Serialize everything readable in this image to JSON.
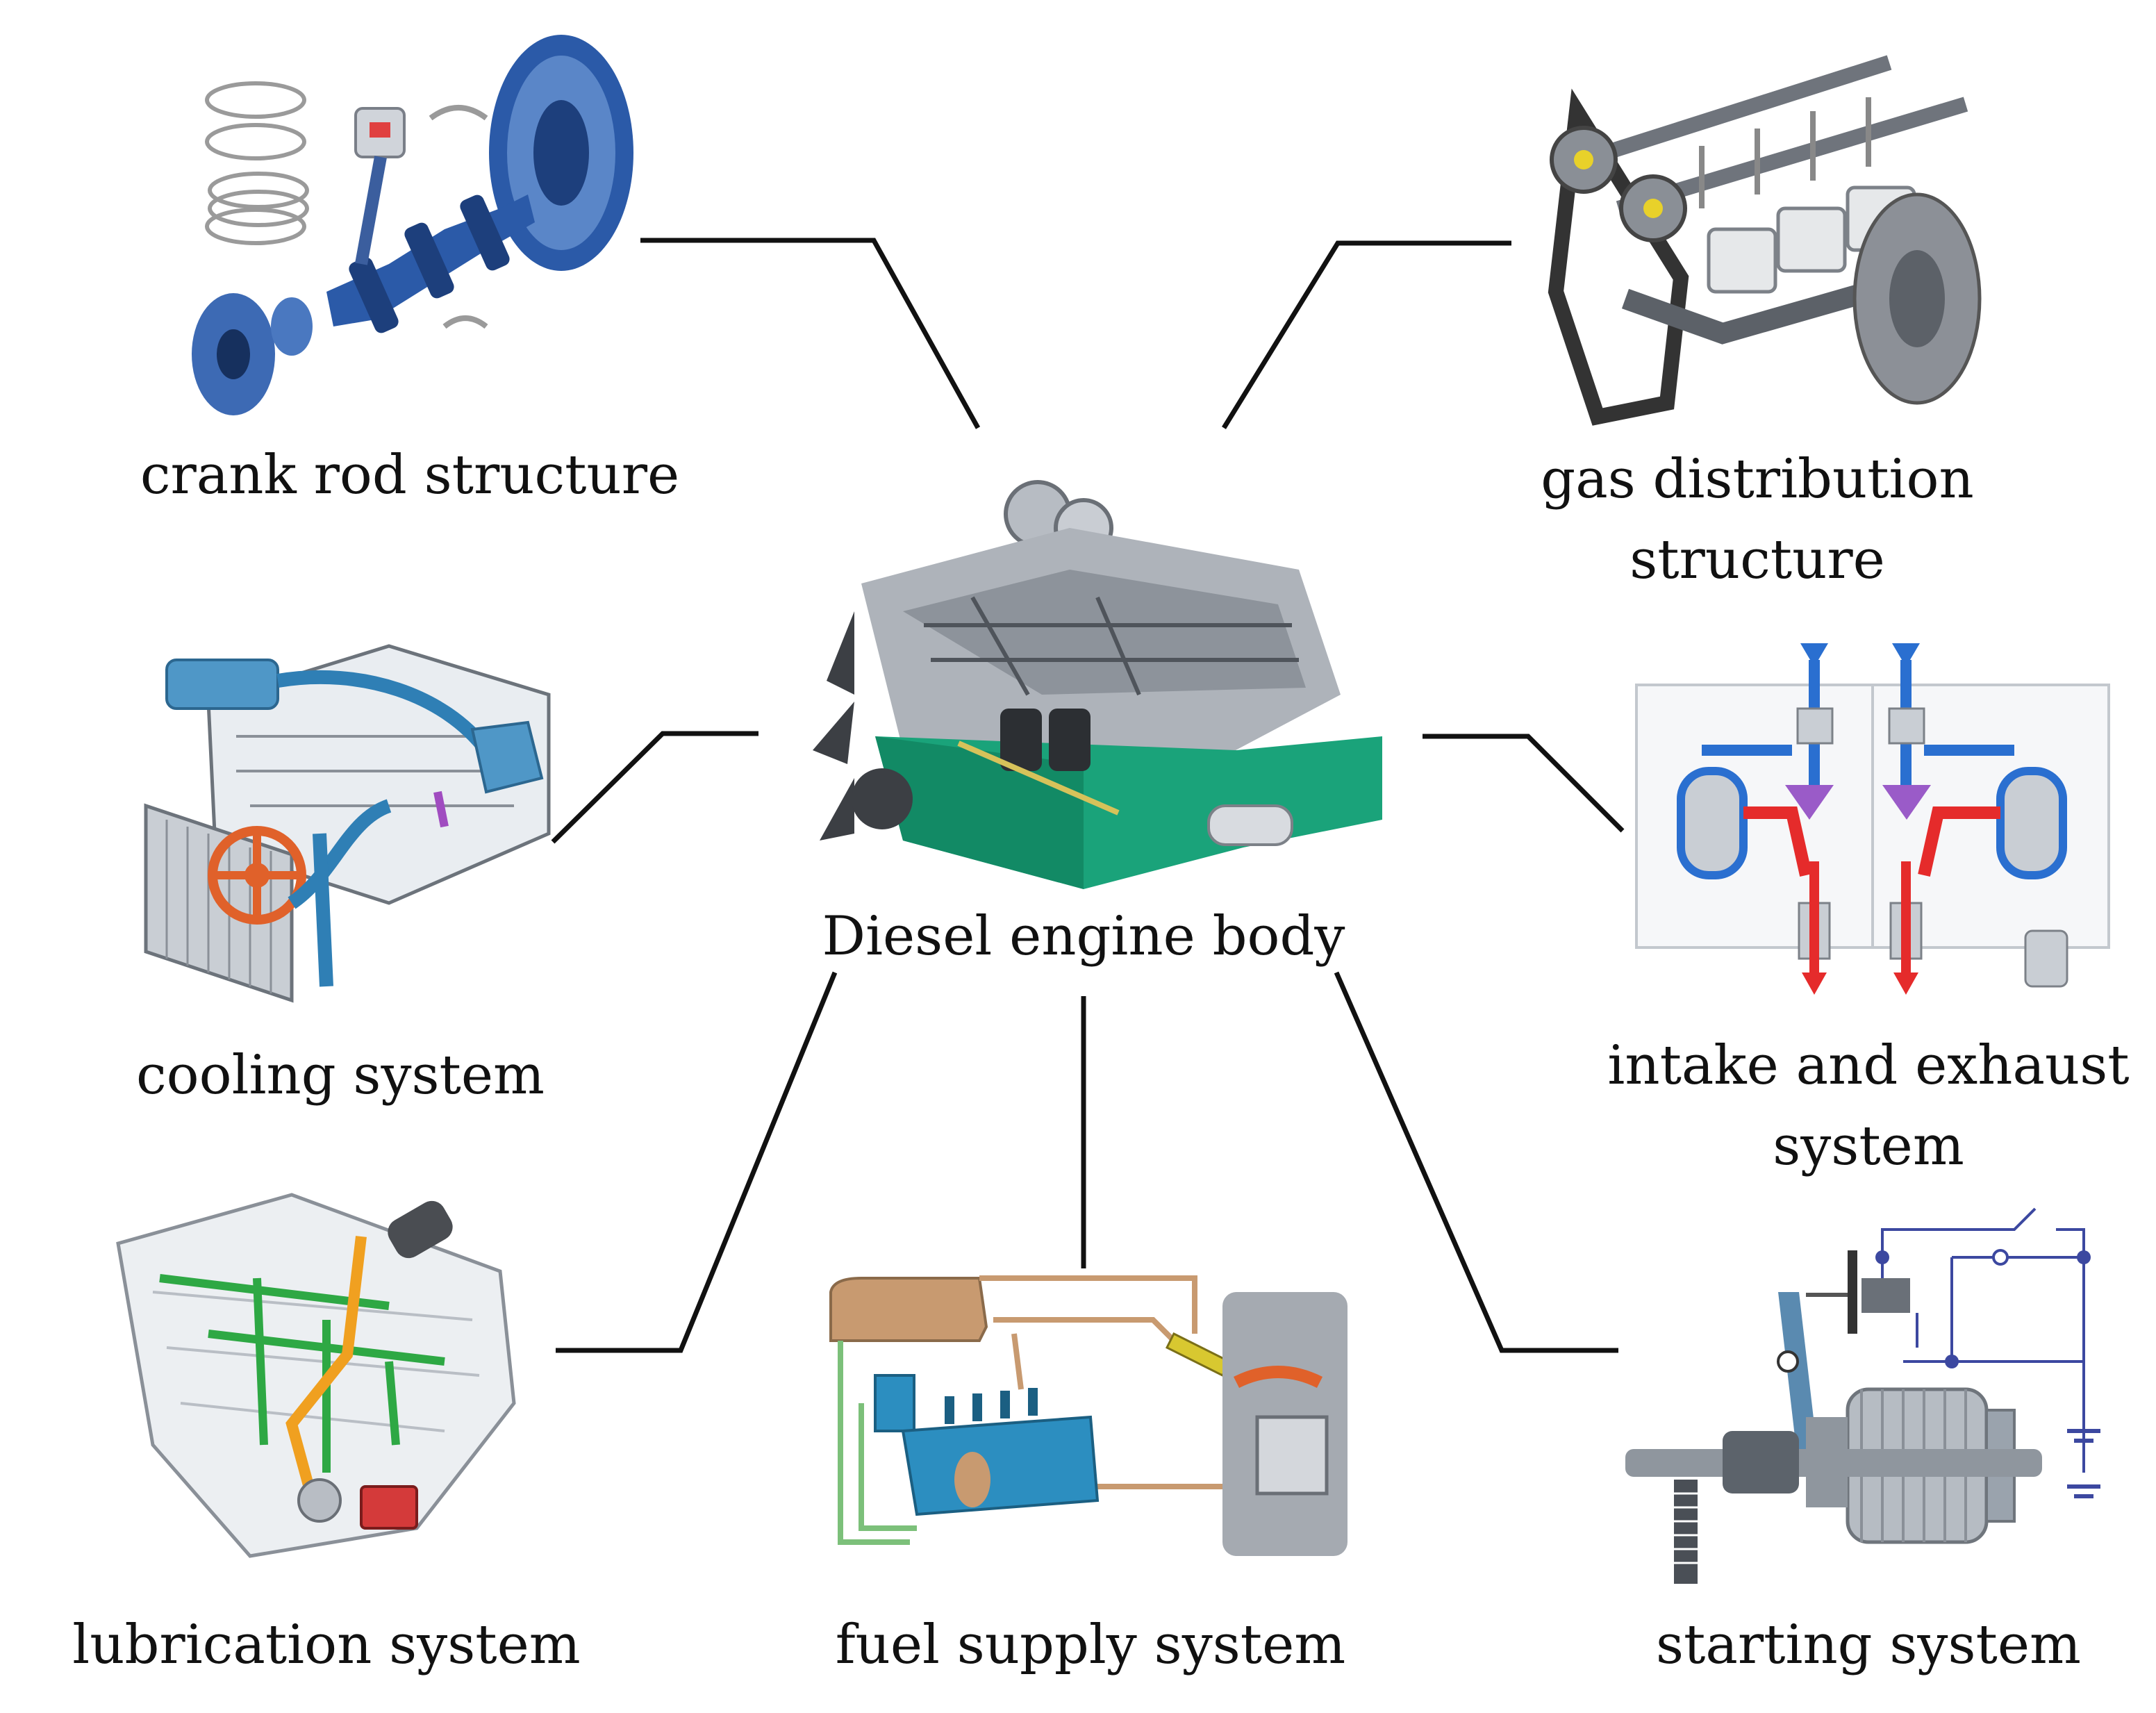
{
  "diagram": {
    "center": {
      "label": "Diesel engine body",
      "icon": "diesel-engine-illustration"
    },
    "subsystems": [
      {
        "id": "crank",
        "label_lines": [
          "crank rod structure"
        ],
        "icon": "crankshaft-illustration"
      },
      {
        "id": "gas",
        "label_lines": [
          "gas distribution",
          "structure"
        ],
        "icon": "camshaft-valvetrain-illustration"
      },
      {
        "id": "cooling",
        "label_lines": [
          "cooling system"
        ],
        "icon": "cooling-system-illustration"
      },
      {
        "id": "intake",
        "label_lines": [
          "intake and exhaust",
          "system"
        ],
        "icon": "intake-exhaust-schematic"
      },
      {
        "id": "lubrication",
        "label_lines": [
          "lubrication system"
        ],
        "icon": "lubrication-system-illustration"
      },
      {
        "id": "fuel",
        "label_lines": [
          "fuel supply system"
        ],
        "icon": "fuel-supply-schematic"
      },
      {
        "id": "starting",
        "label_lines": [
          "starting system"
        ],
        "icon": "starter-motor-illustration"
      }
    ],
    "colors": {
      "connector": "#111111",
      "engine_green": "#1aa37a",
      "crank_blue": "#2b5aa8",
      "cooling_blue": "#2f7fb5",
      "cooling_orange": "#e0612a",
      "intake_red": "#e52b2b",
      "intake_blue": "#2a6fd0",
      "lube_green": "#2ea844",
      "lube_orange": "#f0a020",
      "fuel_tan": "#c89a70",
      "starter_gray": "#9aa3ad"
    }
  }
}
